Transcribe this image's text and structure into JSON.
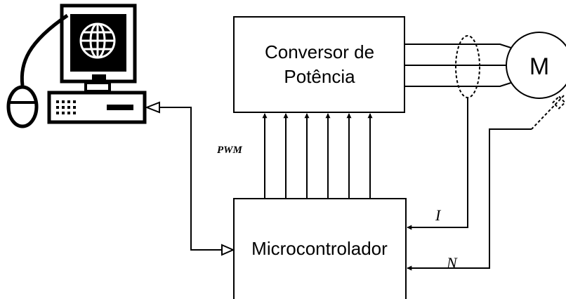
{
  "blocks": {
    "power_converter": {
      "line1": "Conversor de",
      "line2": "Potência"
    },
    "microcontroller": {
      "label": "Microcontrolador"
    },
    "motor": {
      "label": "M"
    }
  },
  "signals": {
    "pwm": "PWM",
    "current": "I",
    "speed": "N"
  },
  "icons": {
    "computer": "computer-icon",
    "globe": "globe-icon",
    "mouse": "mouse-icon"
  },
  "colors": {
    "line": "#000000",
    "background": "#ffffff"
  }
}
